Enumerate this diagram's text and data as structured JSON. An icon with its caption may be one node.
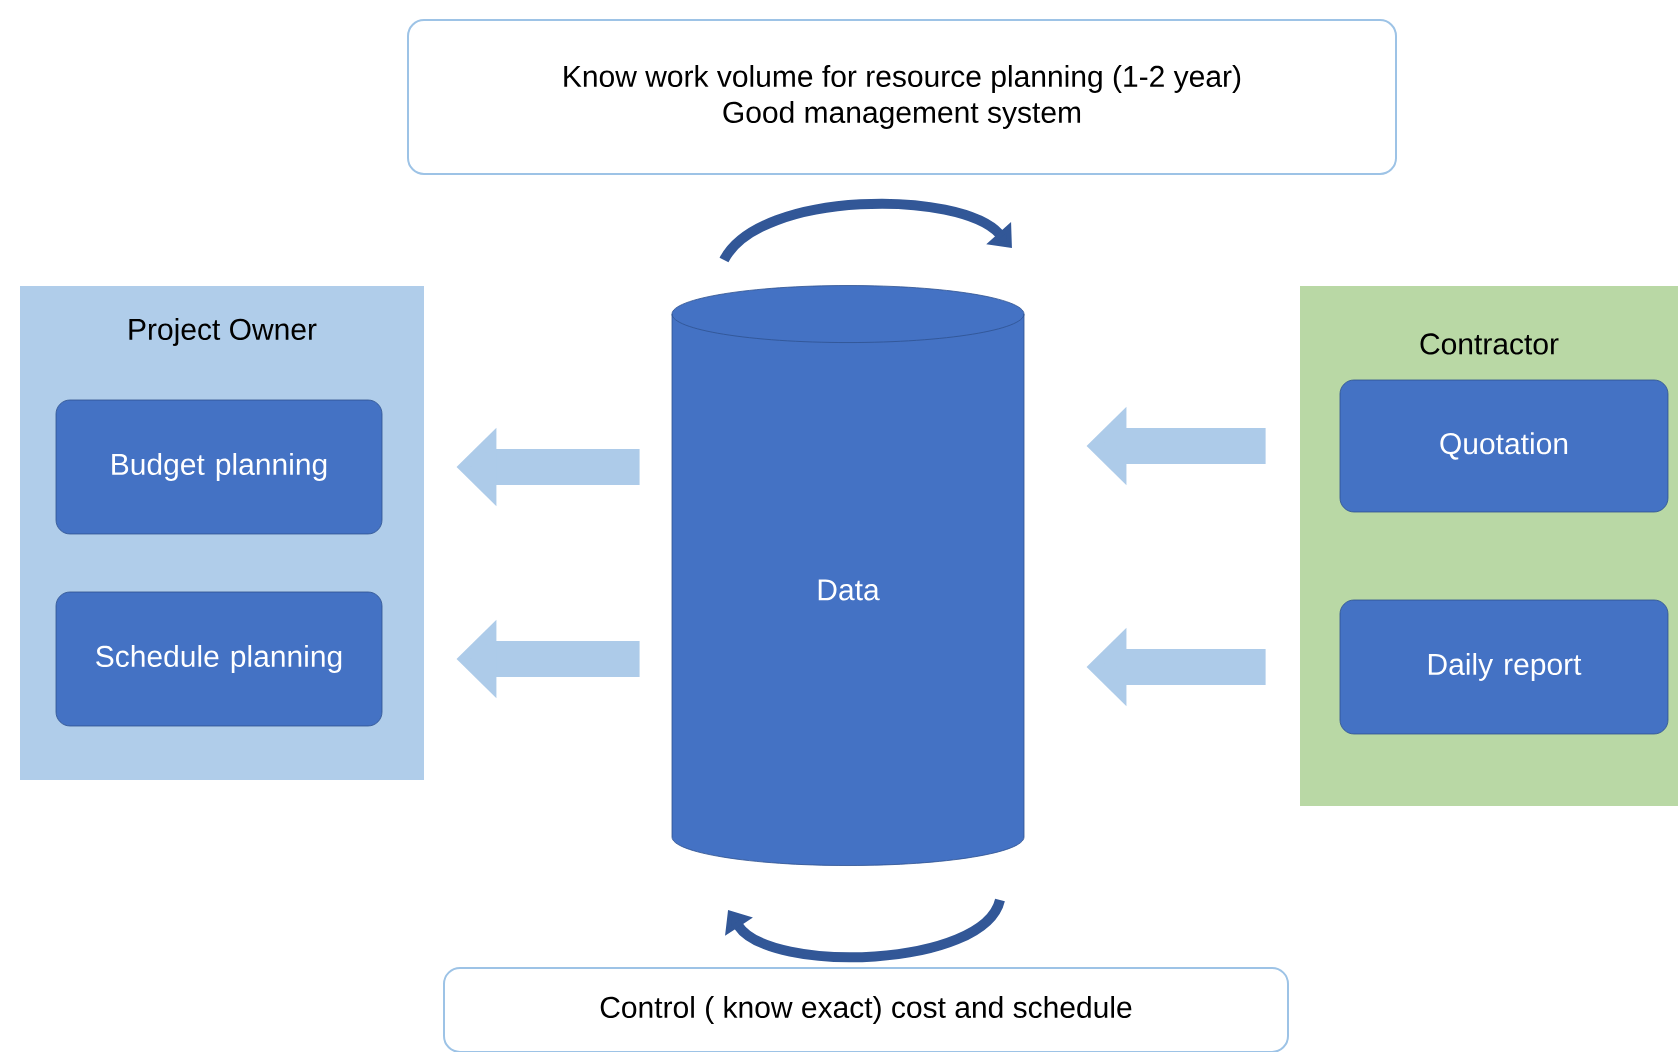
{
  "diagram": {
    "nodes": [
      {
        "text": [
          "Know work volume for resource planning (1-2 year)",
          "Good management system"
        ]
      },
      {
        "text": [
          "Project Owner"
        ]
      },
      {
        "text": [
          "Budget planning"
        ],
        "in": 1
      },
      {
        "text": [
          "Schedule planning"
        ],
        "in": 1
      },
      {
        "text": [
          "Data"
        ]
      },
      {
        "text": [
          "Contractor"
        ]
      },
      {
        "text": [
          "Quotation"
        ],
        "in": 5
      },
      {
        "text": [
          "Daily report"
        ],
        "in": 5
      },
      {
        "text": [
          "Control ( know exact) cost and schedule"
        ]
      }
    ],
    "edges": [
      {
        "from": 4,
        "to": 2,
        "arrow": "to"
      },
      {
        "from": 4,
        "to": 3,
        "arrow": "to"
      },
      {
        "from": 6,
        "to": 4,
        "arrow": "to"
      },
      {
        "from": 7,
        "to": 4,
        "arrow": "to"
      }
    ]
  }
}
